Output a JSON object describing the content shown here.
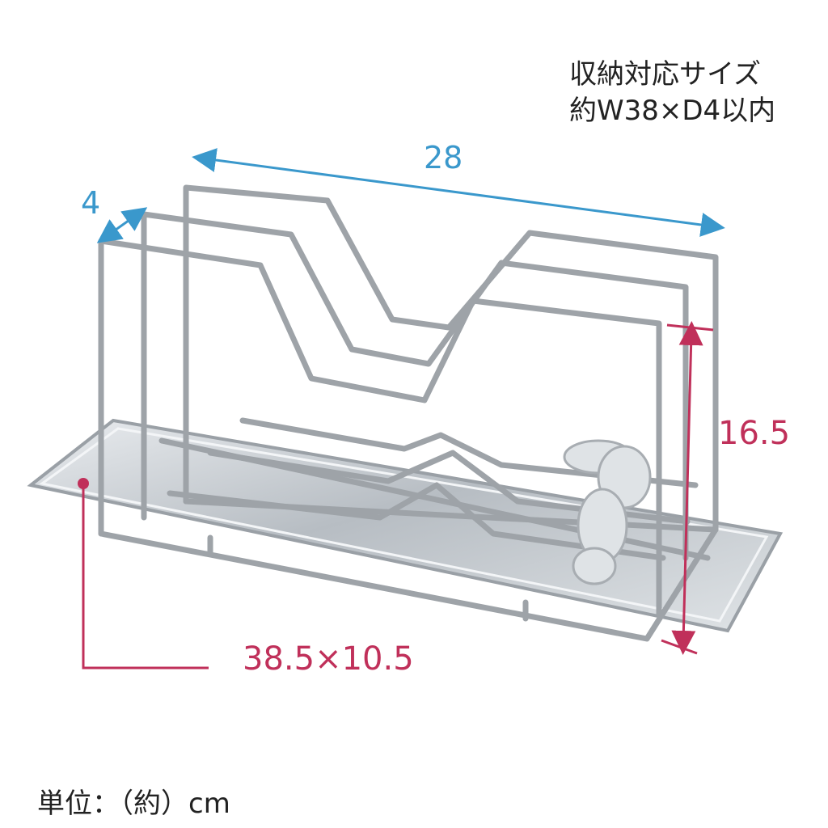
{
  "spec": {
    "line1": "収納対応サイズ",
    "line2": "約W38×D4以内"
  },
  "dimensions": {
    "depth": "4",
    "width": "28",
    "height": "16.5",
    "tray": "38.5×10.5"
  },
  "unit_note": "単位：（約）cm",
  "colors": {
    "dim_blue": "#3a98cc",
    "dim_red": "#c0305a",
    "wire": "#9ea3a8",
    "tray": "#c9ced3"
  }
}
